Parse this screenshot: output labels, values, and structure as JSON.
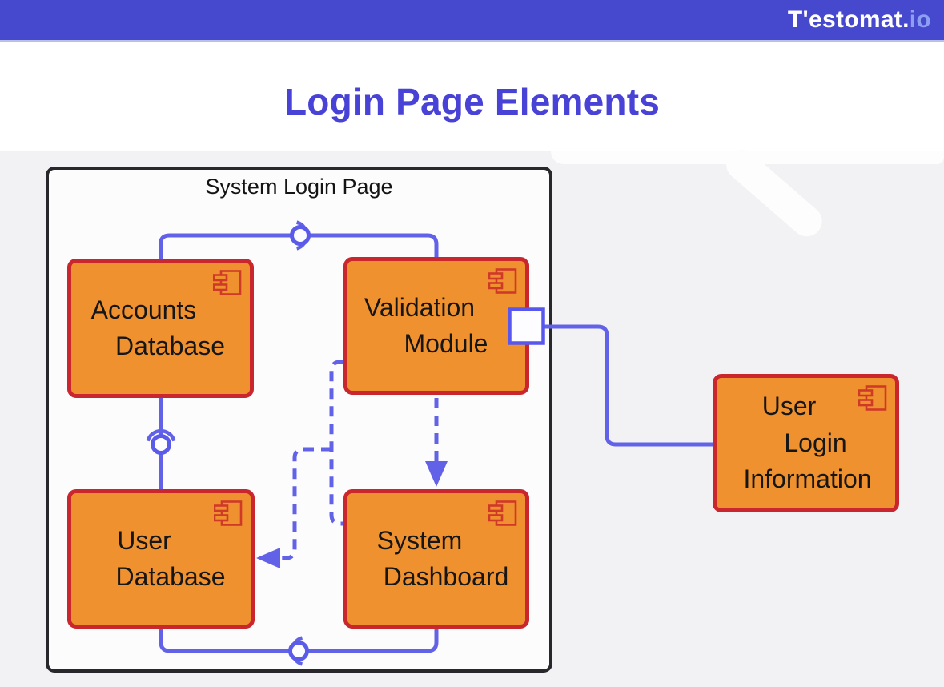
{
  "header": {
    "logo_main": "T'estomat.",
    "logo_accent": "io"
  },
  "title": "Login Page Elements",
  "diagram": {
    "boundary_label": "System Login Page",
    "components": {
      "accounts_db": {
        "lines": [
          "Accounts",
          "Database"
        ]
      },
      "validation_module": {
        "lines": [
          "Validation",
          "Module"
        ]
      },
      "user_db": {
        "lines": [
          "User",
          "Database"
        ]
      },
      "system_dashboard": {
        "lines": [
          "System",
          "Dashboard"
        ]
      },
      "user_login_info": {
        "lines": [
          "User",
          "Login",
          "Information"
        ]
      }
    },
    "icons": {
      "component_icon": "uml-component-glyph",
      "provided_interface": "ball-connector",
      "required_interface": "socket-connector",
      "port": "port-square",
      "dependency": "dashed-arrow"
    },
    "colors": {
      "header_bar": "#4648cd",
      "logo_accent": "#8c9ff2",
      "title_text": "#4842d6",
      "canvas_background": "#f2f2f4",
      "boundary_border": "#28282c",
      "boundary_fill": "#fcfcfd",
      "component_fill": "#f0912f",
      "component_border": "#c9262d",
      "component_icon_stroke": "#cf3a28",
      "connector_purple": "#6262e8",
      "component_text": "#161616"
    }
  }
}
